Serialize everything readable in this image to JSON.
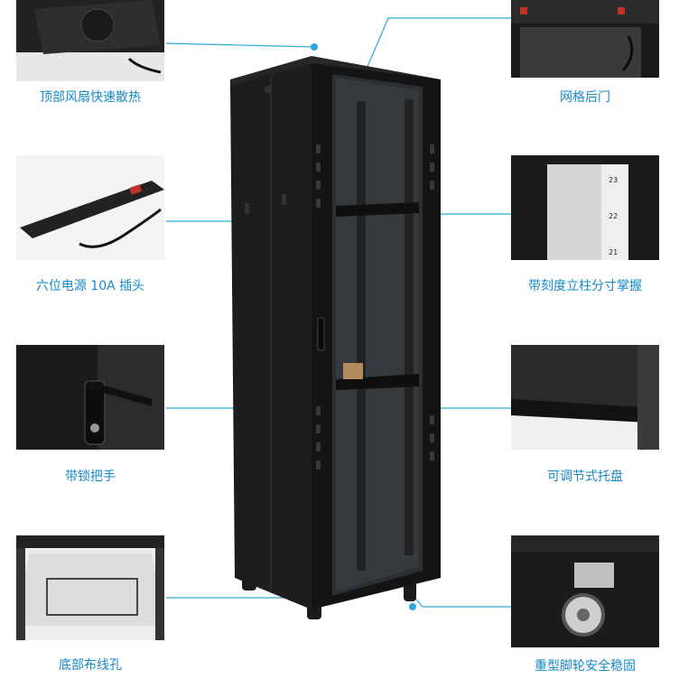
{
  "accent_color": "#1689c7",
  "features": {
    "top_fan": "顶部风扇快速散热",
    "pdu": "六位电源 10A 插头",
    "lock_handle": "带锁把手",
    "bottom_cable": "底部布线孔",
    "mesh_rear_door": "网格后门",
    "scale_post": "带刻度立柱分寸掌握",
    "adjustable_tray": "可调节式托盘",
    "caster": "重型脚轮安全稳固"
  },
  "post_numbers": [
    "23",
    "22",
    "21"
  ]
}
